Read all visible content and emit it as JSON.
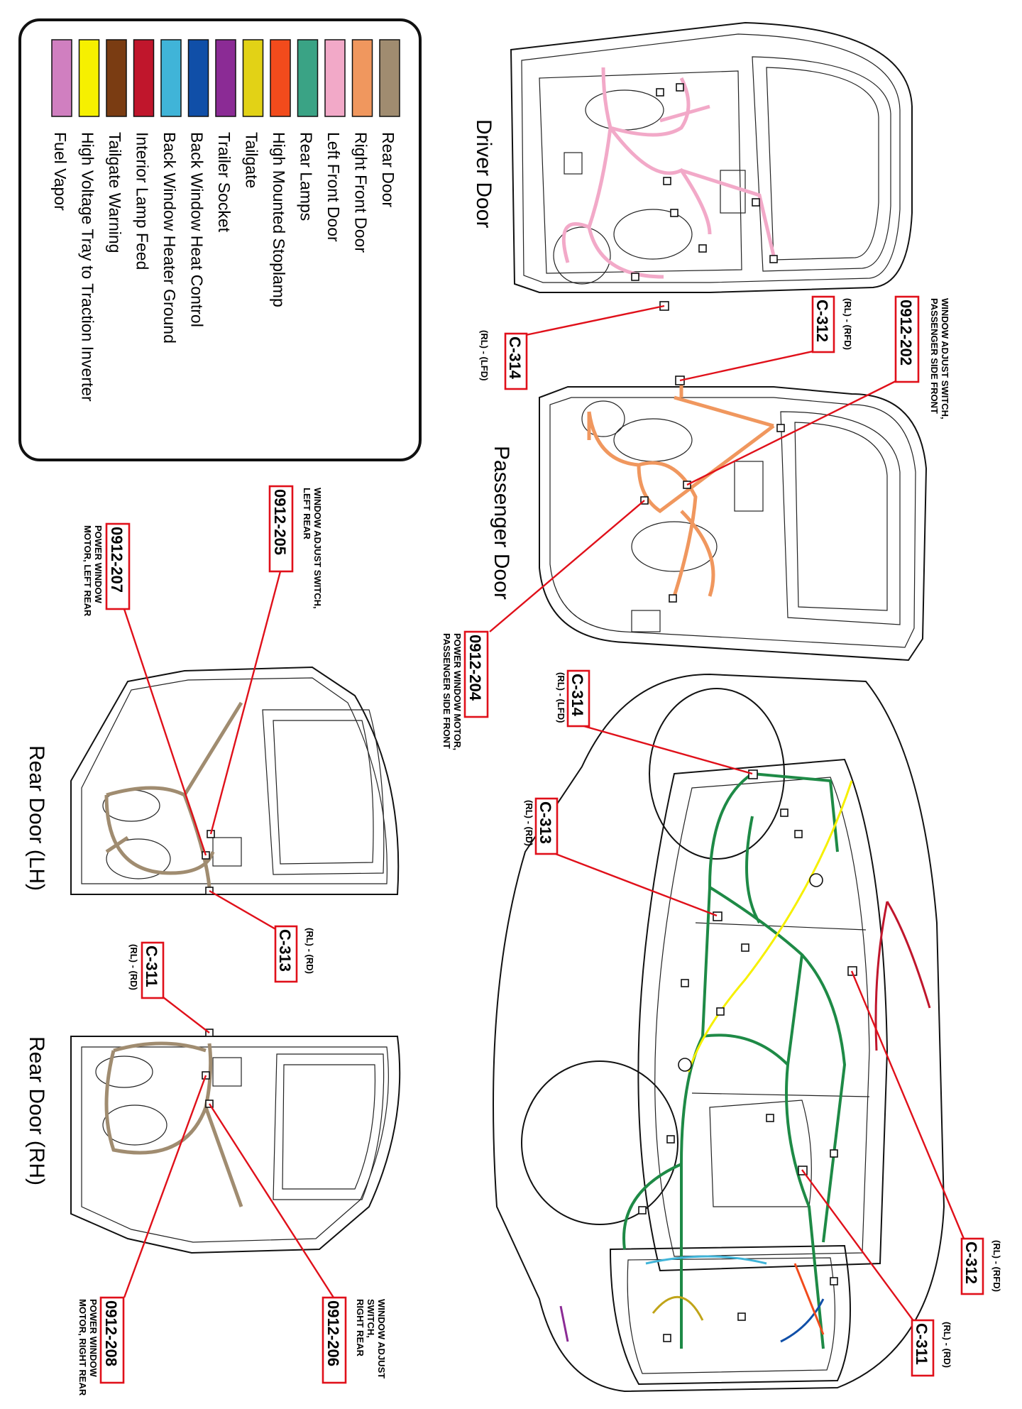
{
  "legend": {
    "items": [
      {
        "label": "Rear Door",
        "color": "#a08c70"
      },
      {
        "label": "Right Front Door",
        "color": "#f0975e"
      },
      {
        "label": "Left Front Door",
        "color": "#f2a9c8"
      },
      {
        "label": "Rear Lamps",
        "color": "#3aa385"
      },
      {
        "label": "High Mounted Stoplamp",
        "color": "#f24b1c"
      },
      {
        "label": "Tailgate",
        "color": "#e2d216"
      },
      {
        "label": "Trailer Socket",
        "color": "#8b2b95"
      },
      {
        "label": "Back Window Heat Control",
        "color": "#104fa8"
      },
      {
        "label": "Back Window Heater Ground",
        "color": "#40b4d8"
      },
      {
        "label": "Interior Lamp Feed",
        "color": "#c0162c"
      },
      {
        "label": "Tailgate Warning",
        "color": "#7a3c12"
      },
      {
        "label": "High Voltage Tray to Traction Inverter",
        "color": "#f6f000"
      },
      {
        "label": "Fuel Vapor",
        "color": "#d07fc0"
      }
    ]
  },
  "titles": {
    "driver_door": "Driver Door",
    "passenger_door": "Passenger Door",
    "rear_door_lh": "Rear Door (LH)",
    "rear_door_rh": "Rear Door (RH)"
  },
  "callouts": {
    "c314_driver": {
      "id": "C-314",
      "note": "(RL) - (LFD)"
    },
    "c312_passenger": {
      "id": "C-312",
      "note": "(RL) - (RFD)"
    },
    "c0912_202": {
      "id": "0912-202",
      "note": "WINDOW ADJUST SWITCH,",
      "note2": "PASSENGER SIDE FRONT"
    },
    "c0912_204": {
      "id": "0912-204",
      "note": "POWER WINDOW MOTOR,",
      "note2": "PASSENGER SIDE FRONT"
    },
    "c0912_205": {
      "id": "0912-205",
      "note": "WINDOW ADJUST SWITCH,",
      "note2": "LEFT REAR"
    },
    "c0912_207": {
      "id": "0912-207",
      "note": "POWER WINDOW",
      "note2": "MOTOR, LEFT REAR"
    },
    "c313_rear_lh": {
      "id": "C-313",
      "note": "(RL) - (RD)"
    },
    "c311_rear_rh": {
      "id": "C-311",
      "note": "(RL) - (RD)"
    },
    "c0912_208": {
      "id": "0912-208",
      "note": "POWER WINDOW",
      "note2": "MOTOR, RIGHT REAR"
    },
    "c0912_206": {
      "id": "0912-206",
      "note": "WINDOW ADJUST",
      "note2": "SWITCH,",
      "note3": "RIGHT REAR"
    },
    "c314_vehicle": {
      "id": "C-314",
      "note": "(RL) - (LFD)"
    },
    "c313_vehicle": {
      "id": "C-313",
      "note": "(RL) - (RD)"
    },
    "c312_vehicle": {
      "id": "C-312",
      "note": "(RL) - (RFD)"
    },
    "c311_vehicle": {
      "id": "C-311",
      "note": "(RL) - (RD)"
    }
  }
}
